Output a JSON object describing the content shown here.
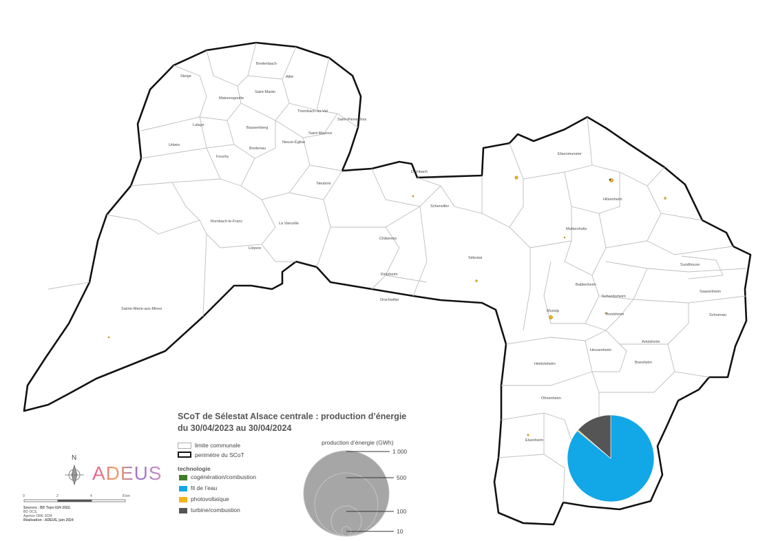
{
  "legend": {
    "title_line1": "SCoT de Sélestat Alsace centrale : production d’énergie",
    "title_line2": "du 30/04/2023 au 30/04/2024",
    "limite": "limite communale",
    "perimetre": "perimètre du SCoT",
    "techno_title": "technologie",
    "technologies": [
      {
        "label": "cogénération/combustion",
        "color": "#3e7d2a"
      },
      {
        "label": "fil de l’eau",
        "color": "#12a7e6"
      },
      {
        "label": "photovoltaïque",
        "color": "#f2b418"
      },
      {
        "label": "turbine/combustion",
        "color": "#555555"
      }
    ],
    "size_title": "production d’énergie (GWh)",
    "size_values": [
      "1 000",
      "500",
      "100",
      "10"
    ]
  },
  "north": "N",
  "logo": "ADEUS",
  "scale": {
    "ticks": [
      "0",
      "2",
      "4",
      "8 km"
    ]
  },
  "sources": {
    "line1": "Sources : BD Topo IGN 2022,",
    "line2": "BD OCS,",
    "line3": "Agence ORE 2024",
    "line4": "Réalisation : ADEUS, juin 2024"
  },
  "communes": {
    "breitenbach": "Breitenbach",
    "steige": "Steige",
    "albe": "Albé",
    "saint_martin": "Saint-Martin",
    "maisonsgoutte": "Maisonsgoutte",
    "triembach": "Triembach-au-Val",
    "saint_pierre_bois": "Saint-Pierre-Bois",
    "lalaye": "Lalaye",
    "bassemberg": "Bassemberg",
    "saint_maurice": "Saint-Maurice",
    "urbeis": "Urbeis",
    "breitenau": "Breitenau",
    "neuve_eglise": "Neuve-Église",
    "fouchy": "Fouchy",
    "neubois": "Neubois",
    "rombach": "Rombach-le-Franc",
    "la_vancelle": "La Vancelle",
    "liepvre": "Lièpvre",
    "sainte_marie": "Sainte-Marie-aux-Mines",
    "dambach": "Dambach",
    "scherwiller": "Scherwiller",
    "chatenois": "Châtenois",
    "selestat": "Sélestat",
    "kintzheim": "Kintzheim",
    "orschwiller": "Orschwiller",
    "ebersmunster": "Ebersmunster",
    "hilsenheim": "Hilsenheim",
    "muttersholtz": "Muttersholtz",
    "sundhouse": "Sundhouse",
    "baldenheim": "Baldenheim",
    "saasenheim": "Saasenheim",
    "schwobsheim": "Schwobsheim",
    "schoenau": "Schoenau",
    "mussig": "Mussig",
    "bootzheim_n": "Bootzheim",
    "artolsheim": "Artolsheim",
    "hessenheim": "Hessenheim",
    "heidolsheim": "Heidolsheim",
    "boesheim": "Boesheim",
    "ohnenheim": "Ohnenheim",
    "elsenheim": "Elsenheim"
  },
  "pie_data": {
    "total_gwh": 1000,
    "slices": [
      {
        "technology": "fil de l’eau",
        "share": 0.86,
        "color": "#12a7e6"
      },
      {
        "technology": "photovoltaïque",
        "share": 0.004,
        "color": "#f2b418"
      },
      {
        "technology": "turbine/combustion",
        "share": 0.136,
        "color": "#555555"
      }
    ]
  }
}
